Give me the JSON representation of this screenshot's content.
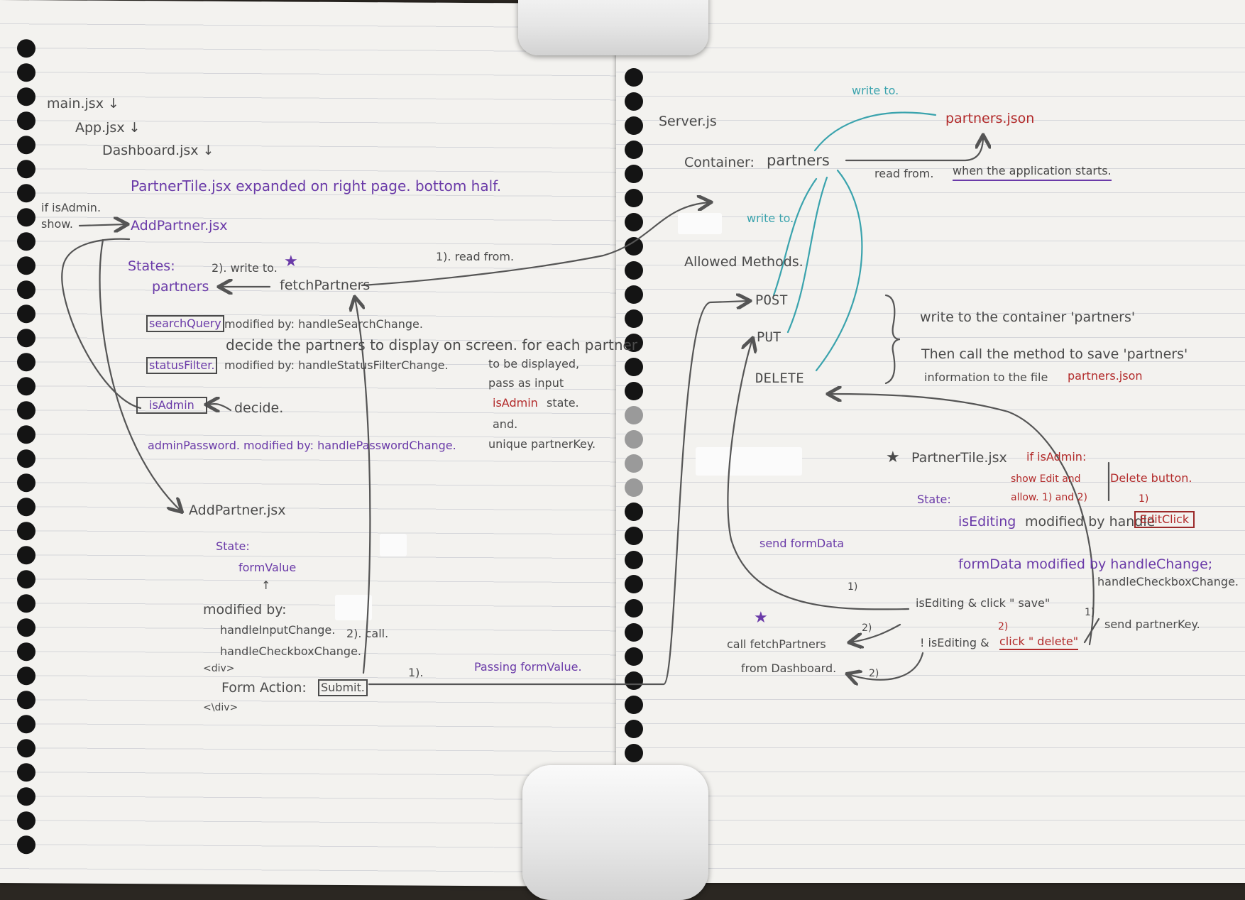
{
  "left_page": {
    "hierarchy": {
      "main": "main.jsx ↓",
      "app": "App.jsx ↓",
      "dashboard": "Dashboard.jsx ↓"
    },
    "partnertile_note": "PartnerTile.jsx expanded on right page. bottom half.",
    "if_is_admin": "if isAdmin.",
    "show": "show.",
    "add_partner_top": "AddPartner.jsx",
    "states_label": "States:",
    "write_to_2": "2). write to.",
    "partners_state": "partners",
    "fetch_partners": "fetchPartners",
    "read_from_1": "1). read from.",
    "search_query": "searchQuery",
    "search_modified": "modified by: handleSearchChange.",
    "status_filter": "statusFilter.",
    "status_modified": "modified by: handleStatusFilterChange.",
    "decide_partners": "decide the partners to display on screen. for each partner",
    "to_be_displayed": "to be displayed,",
    "pass_as_input": "pass as input",
    "is_admin_state_word": "isAdmin",
    "state_word": "state.",
    "and_word": "and.",
    "unique_partnerkey": "unique partnerKey.",
    "is_admin_box": "isAdmin",
    "decide": "decide.",
    "admin_password": "adminPassword. modified by: handlePasswordChange.",
    "add_partner_bottom": "AddPartner.jsx",
    "state_label": "State:",
    "form_value": "formValue",
    "up_arrow": "↑",
    "modified_by": "modified by:",
    "handle_input_change": "handleInputChange.",
    "handle_checkbox_change": "handleCheckboxChange.",
    "call_2": "2). call.",
    "div_open": "<div>",
    "form_action": "Form Action:",
    "submit": "Submit.",
    "div_close": "<\\div>",
    "one_paren": "1).",
    "passing_form_value": "Passing formValue."
  },
  "right_page": {
    "server_js": "Server.js",
    "write_to_top": "write to.",
    "partners_json": "partners.json",
    "container_label": "Container:",
    "container_partners": "partners",
    "read_from": "read from.",
    "when_app_starts": "when the application starts.",
    "write_to_mid": "write to.",
    "allowed_methods": "Allowed Methods.",
    "post": "POST",
    "put": "PUT",
    "delete": "DELETE",
    "write_container": "write to the container 'partners'",
    "then_call": "Then call the method to save 'partners'",
    "information_to_file": "information to the file",
    "partners_json_2": "partners.json",
    "partnertile_title": "PartnerTile.jsx",
    "if_is_admin_right": "if isAdmin:",
    "show_edit_and": "show Edit and",
    "delete_button": "Delete button.",
    "state_right": "State:",
    "allow_1_2": "allow. 1) and 2)",
    "one_small": "1)",
    "is_editing": "isEditing",
    "modified_by_handle": "modified by handle",
    "edit_click": "EditClick",
    "form_data_modified": "formData modified by handleChange;",
    "handle_checkbox_change_right": "handleCheckboxChange.",
    "send_form_data": "send formData",
    "one_paren_right": "1)",
    "editing_click_save": "isEditing & click \" save\"",
    "one_paren_right_2": "1)",
    "send_partner_key": "send partnerKey.",
    "not_editing_delete_prefix": "! isEditing &",
    "click_delete": "click \" delete\"",
    "two_small": "2)",
    "two_paren_a": "2)",
    "two_paren_b": "2)",
    "call_fetch": "call fetchPartners",
    "from_dashboard": "from Dashboard."
  },
  "colors": {
    "ink": "#4a4a4a",
    "purple": "#6a3aa8",
    "red": "#b22a2a",
    "teal": "#3aa3ad",
    "paper": "#f3f2ef",
    "rule_line": "#d5d6da",
    "background": "#2b2722"
  },
  "icons": {
    "star": "★",
    "arrow": "arrow"
  }
}
